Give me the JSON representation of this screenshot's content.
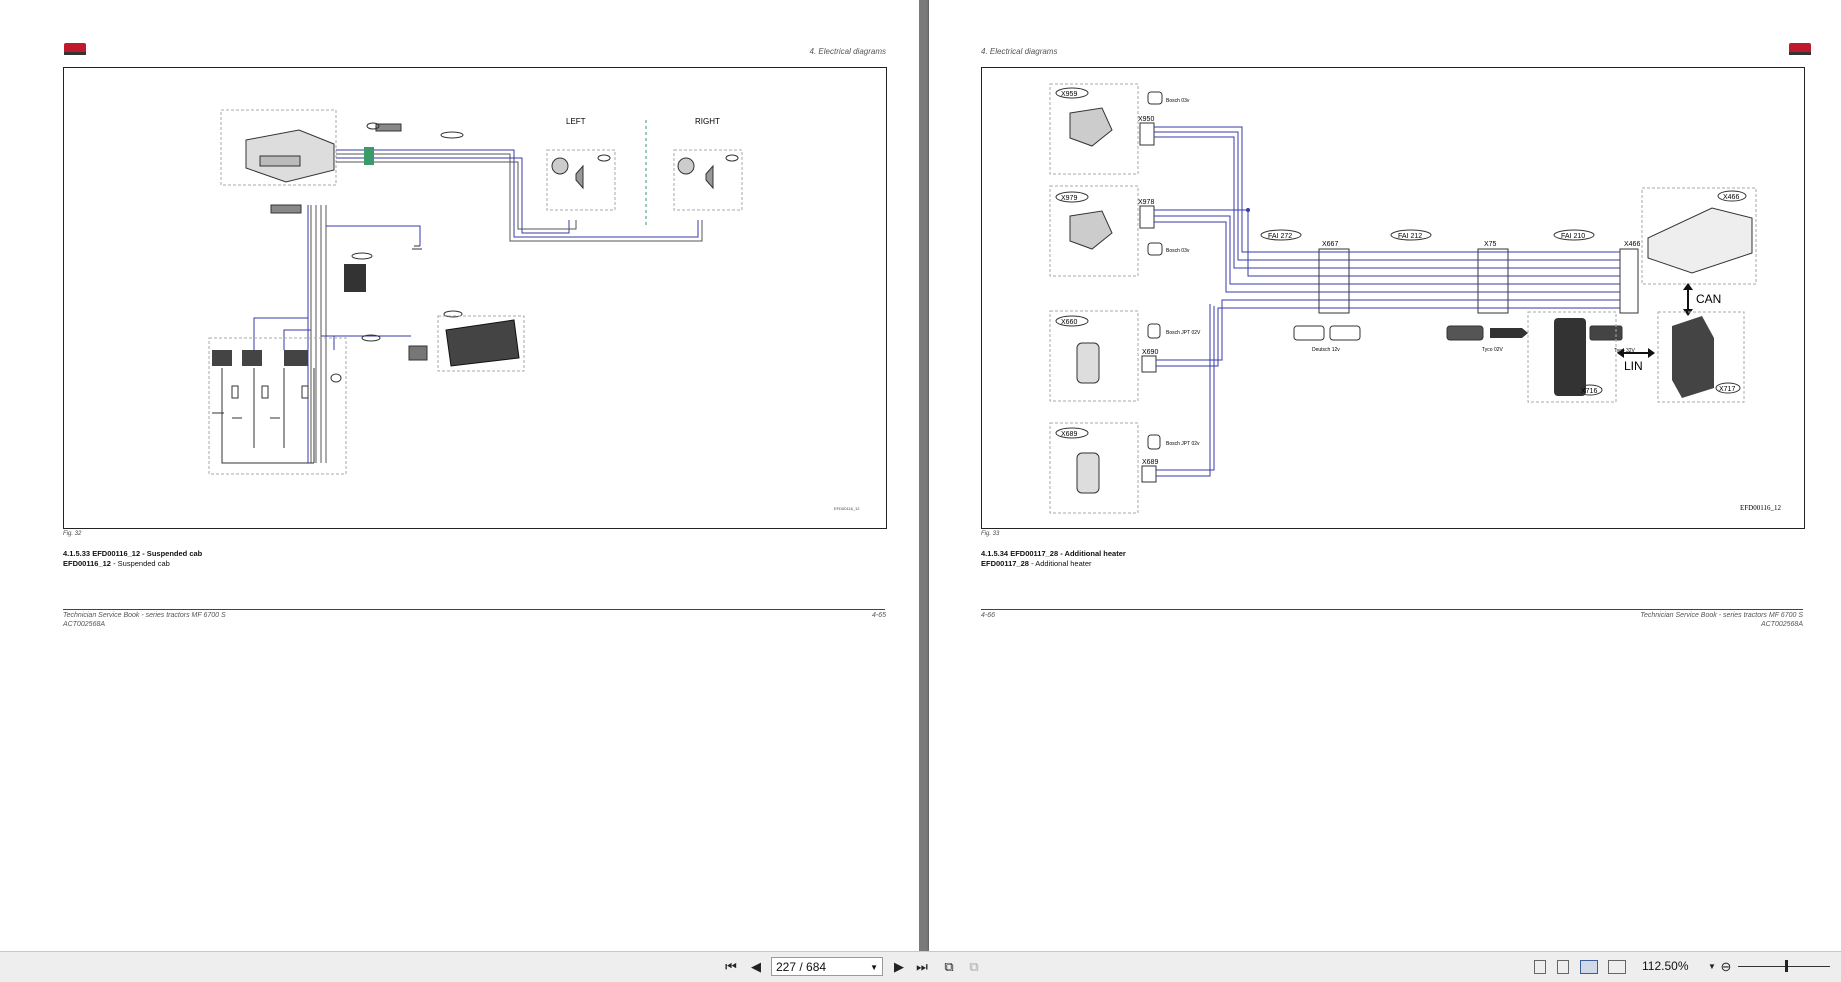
{
  "left_page": {
    "header": "4. Electrical diagrams",
    "fig_label": "Fig. 32",
    "caption_title": "4.1.5.33  EFD00116_12 - Suspended cab",
    "caption_id": "EFD00116_12",
    "caption_desc": "Suspended cab",
    "footer_title": "Technician Service Book - series tractors MF 6700 S",
    "footer_code": "ACT002568A",
    "page_number": "4-65",
    "diagram": {
      "left_label": "LEFT",
      "right_label": "RIGHT"
    }
  },
  "right_page": {
    "header": "4. Electrical diagrams",
    "fig_label": "Fig. 33",
    "caption_title": "4.1.5.34  EFD00117_28 - Additional heater",
    "caption_id": "EFD00117_28",
    "caption_desc": "Additional heater",
    "footer_title": "Technician Service Book - series tractors MF 6700 S",
    "footer_code": "ACT002568A",
    "page_number": "4-66",
    "diagram": {
      "x959": "X959",
      "x950": "X950",
      "x979": "X979",
      "x978": "X978",
      "bosch1": "Bosch 03v",
      "bosch2": "Bosch 03v",
      "fai272": "FAI 272",
      "fai212": "FAI 212",
      "fai210": "FAI 210",
      "x667": "X667",
      "x75": "X75",
      "x466_a": "X466",
      "x466_b": "X466",
      "x660": "X660",
      "x690": "X690",
      "x689_a": "X689",
      "x689_b": "X689",
      "bosch_jpt1": "Bosch JPT 02V",
      "bosch_jpt2": "Bosch JPT 02v",
      "deutsch": "Deutsch 12v",
      "tyco1": "Tyco 02V",
      "tyco2": "Tyco 32V",
      "can": "CAN",
      "lin": "LIN",
      "x716": "X716",
      "x717": "X717",
      "ref": "EFD00116_12"
    }
  },
  "toolbar": {
    "page_value": "227 / 684",
    "zoom": "112.50%"
  }
}
